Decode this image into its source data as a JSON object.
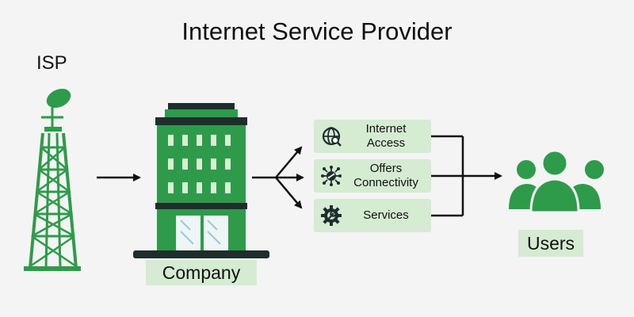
{
  "title": "Internet Service Provider",
  "isp_label": "ISP",
  "company_label": "Company",
  "users_label": "Users",
  "services": [
    {
      "label": "Internet Access",
      "icon": "globe-search-icon"
    },
    {
      "label": "Offers Connectivity",
      "icon": "network-hub-icon"
    },
    {
      "label": "Services",
      "icon": "gear-wrench-icon"
    }
  ],
  "colors": {
    "green": "#2e9b4a",
    "dark_green": "#1f6e35",
    "light_green_bg": "#d5ebd2",
    "dark": "#1f2d2d",
    "background": "#f4f4f4"
  }
}
